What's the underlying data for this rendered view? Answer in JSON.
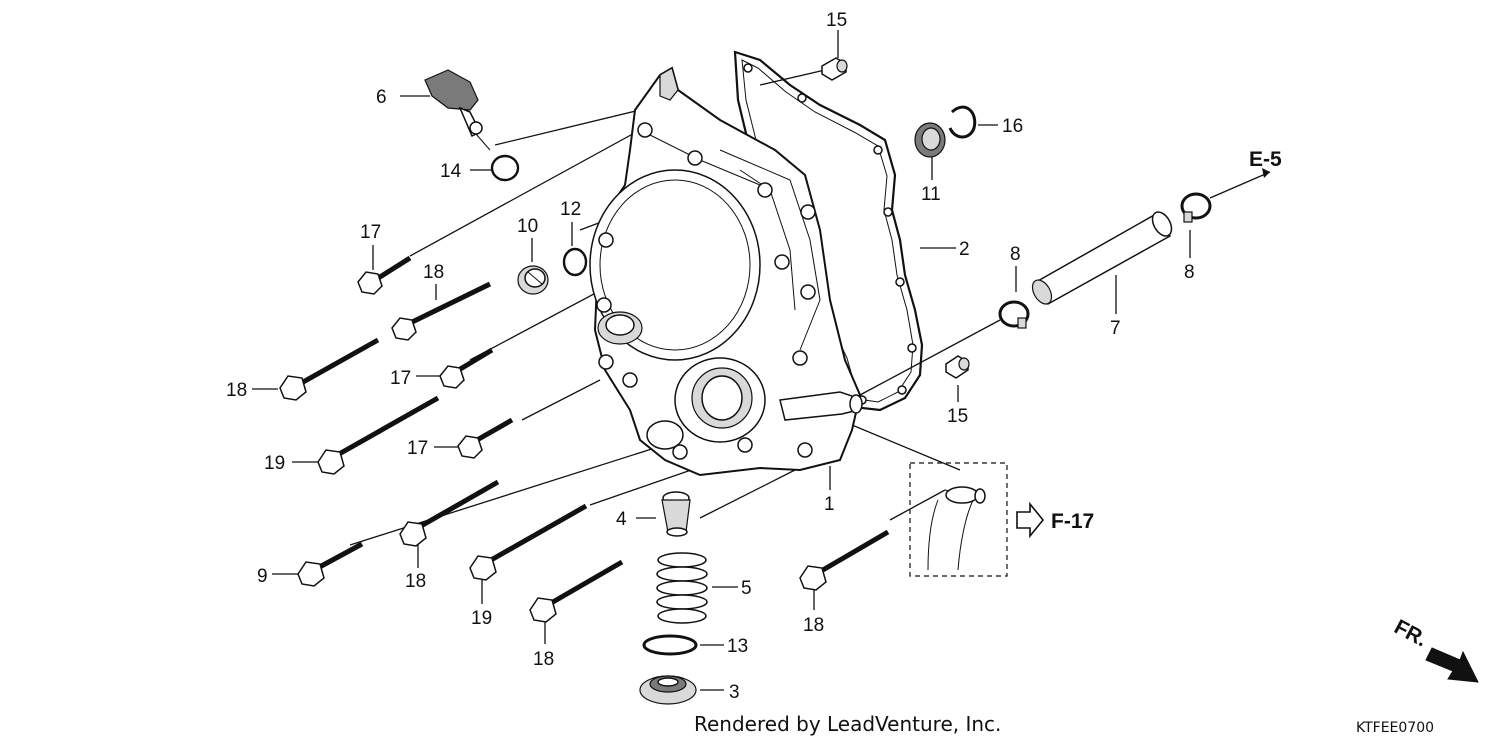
{
  "diagram": {
    "parts": {
      "p1": "1",
      "p2": "2",
      "p3": "3",
      "p4": "4",
      "p5": "5",
      "p6": "6",
      "p7": "7",
      "p8a": "8",
      "p8b": "8",
      "p9": "9",
      "p10": "10",
      "p11": "11",
      "p12": "12",
      "p13": "13",
      "p14": "14",
      "p15a": "15",
      "p15b": "15",
      "p16": "16",
      "p17a": "17",
      "p17b": "17",
      "p17c": "17",
      "p18a": "18",
      "p18b": "18",
      "p18c": "18",
      "p18d": "18",
      "p18e": "18",
      "p19a": "19",
      "p19b": "19"
    },
    "references": {
      "e5": "E-5",
      "f17": "F-17",
      "fr": "FR."
    }
  },
  "footer": {
    "credit": "Rendered by LeadVenture, Inc.",
    "code": "KTFEE0700"
  }
}
